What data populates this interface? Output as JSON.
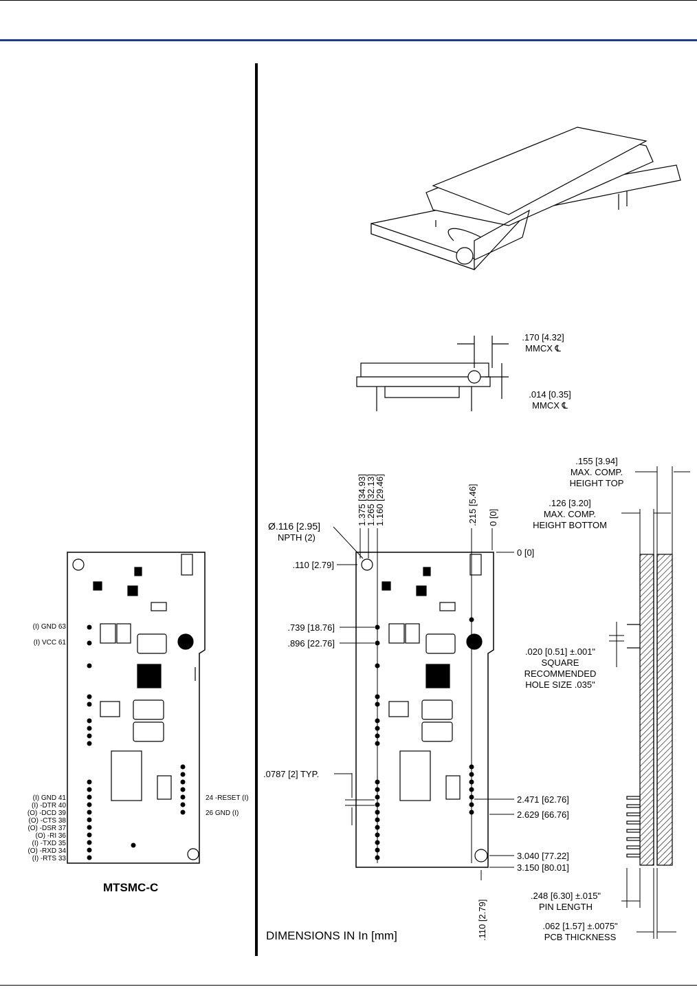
{
  "colors": {
    "header_rule": "#1f3a93",
    "ink": "#000000"
  },
  "left_panel": {
    "model_label": "MTSMC-C",
    "left_pins": [
      "(I) GND  63",
      "(I) VCC  61",
      "(I) GND  41",
      "(I) -DTR  40",
      "(O) -DCD  39",
      "(O) -CTS  38",
      "(O) -DSR  37",
      "(O) -RI  36",
      "(I) -TXD  35",
      "(O) -RXD  34",
      "(I) -RTS  33"
    ],
    "right_pins": [
      "24  -RESET (I)",
      "26  GND (I)"
    ]
  },
  "side_view": {
    "mmcx_horizontal": ".170 [4.32]",
    "mmcx_horizontal_sub": "MMCX ℄",
    "mmcx_vertical": ".014 [0.35]",
    "mmcx_vertical_sub": "MMCX ℄"
  },
  "top_view": {
    "rotated_dims": [
      "1.375 [34.93]",
      "1.265 [32.13]",
      "1.160 [29.46]",
      ".215 [5.46]",
      "0 [0]"
    ],
    "npth_line1": "Ø.116 [2.95]",
    "npth_line2": "NPTH (2)",
    "left_dims": [
      ".110 [2.79]",
      ".739 [18.76]",
      ".896 [22.76]"
    ],
    "typ_label": ".0787 [2]  TYP.",
    "right_dims": [
      "0 [0]",
      "2.471 [62.76]",
      "2.629 [66.76]",
      "3.040 [77.22]",
      "3.150 [80.01]"
    ],
    "bottom_dim": ".110 [2.79]",
    "units_note": "DIMENSIONS IN  In [mm]"
  },
  "edge_view": {
    "max_top": [
      ".155 [3.94]",
      "MAX. COMP.",
      "HEIGHT TOP"
    ],
    "max_bottom": [
      ".126 [3.20]",
      "MAX. COMP.",
      "HEIGHT BOTTOM"
    ],
    "pin_square": [
      ".020 [0.51]  ±.001\"",
      "SQUARE",
      "RECOMMENDED",
      "HOLE SIZE .035\""
    ],
    "pin_length": [
      ".248 [6.30] ±.015\"",
      "PIN LENGTH"
    ],
    "pcb_thickness": [
      ".062 [1.57] ±.0075\"",
      "PCB THICKNESS"
    ]
  }
}
